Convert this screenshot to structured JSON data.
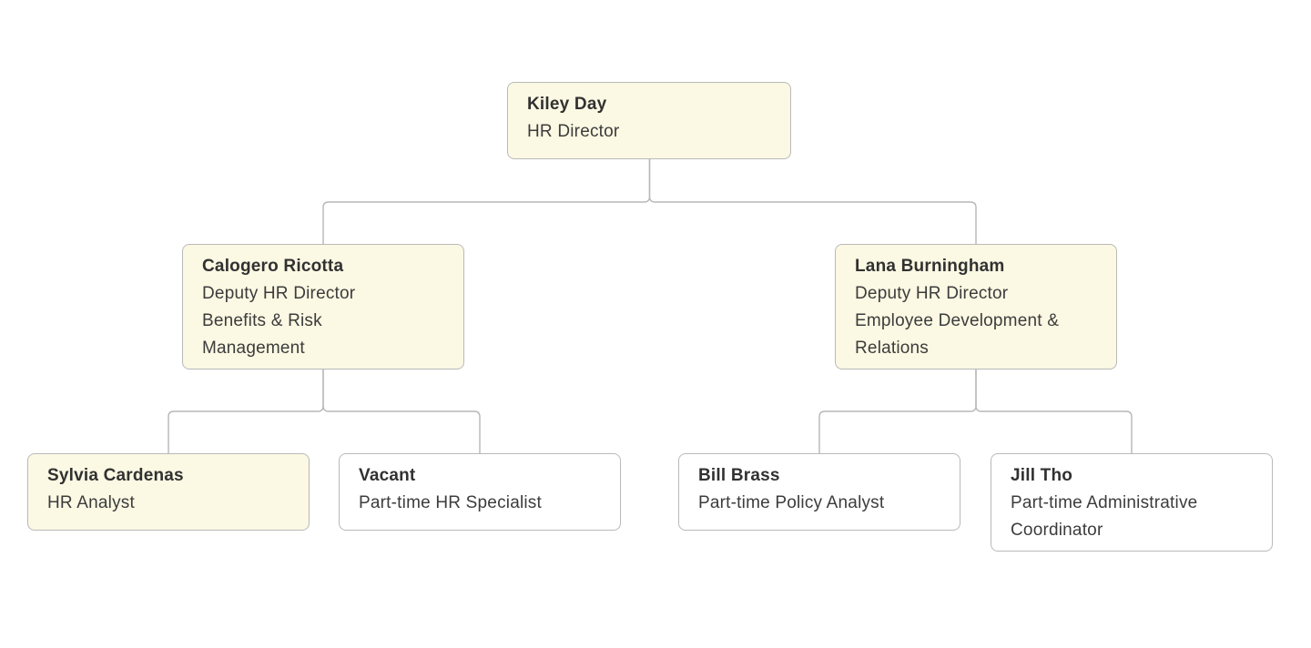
{
  "org_chart": {
    "nodes": [
      {
        "id": "kiley-day",
        "name": "Kiley Day",
        "title_lines": [
          "HR Director"
        ],
        "highlighted": true,
        "reports_to": null
      },
      {
        "id": "calogero-ricotta",
        "name": "Calogero Ricotta",
        "title_lines": [
          "Deputy HR Director",
          "Benefits & Risk",
          "Management"
        ],
        "highlighted": true,
        "reports_to": "kiley-day"
      },
      {
        "id": "lana-burningham",
        "name": "Lana Burningham",
        "title_lines": [
          "Deputy HR Director",
          "Employee Development &",
          "Relations"
        ],
        "highlighted": true,
        "reports_to": "kiley-day"
      },
      {
        "id": "sylvia-cardenas",
        "name": "Sylvia Cardenas",
        "title_lines": [
          "HR Analyst"
        ],
        "highlighted": true,
        "reports_to": "calogero-ricotta"
      },
      {
        "id": "vacant",
        "name": "Vacant",
        "title_lines": [
          "Part-time HR Specialist"
        ],
        "highlighted": false,
        "reports_to": "calogero-ricotta"
      },
      {
        "id": "bill-brass",
        "name": "Bill Brass",
        "title_lines": [
          "Part-time Policy Analyst"
        ],
        "highlighted": false,
        "reports_to": "lana-burningham"
      },
      {
        "id": "jill-tho",
        "name": "Jill Tho",
        "title_lines": [
          "Part-time Administrative",
          "Coordinator"
        ],
        "highlighted": false,
        "reports_to": "lana-burningham"
      }
    ],
    "colors": {
      "highlight_fill": "#FBF8E3",
      "plain_fill": "#FFFFFF",
      "box_border": "#B9B9B9",
      "connector_line": "#B7B7B7",
      "name_text": "#313131",
      "title_text": "#3C3C3C",
      "background": "#FFFFFF"
    }
  }
}
